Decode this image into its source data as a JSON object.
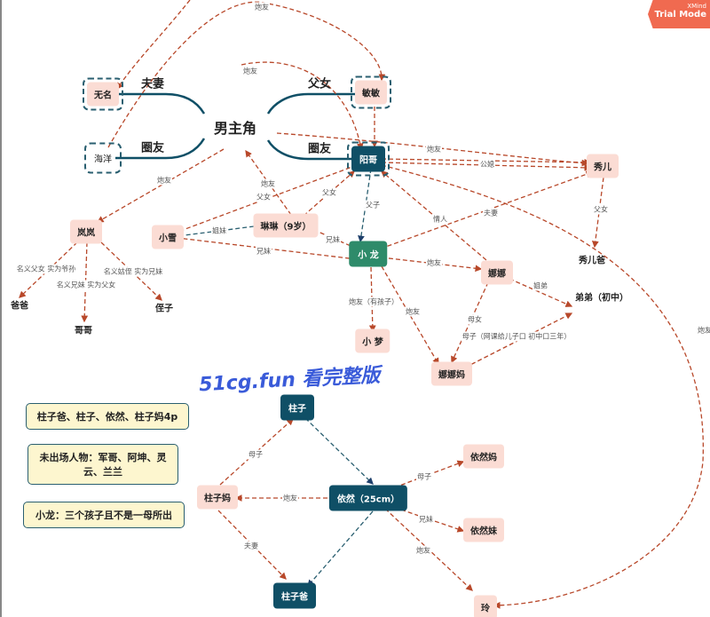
{
  "badge": {
    "brand": "XMind",
    "mode": "Trial Mode"
  },
  "watermark": "51cg.fun 看完整版",
  "center": "男主角",
  "branches": {
    "wife": "夫妻",
    "circle_left": "圈友",
    "father_daughter": "父女",
    "circle_right": "圈友"
  },
  "nodes": {
    "wuming": "无名",
    "haiyang": "海洋",
    "minmin": "敏敏",
    "yangge": "阳哥",
    "xiuer": "秀儿",
    "xiuerba": "秀儿爸",
    "lanlan": "岚岚",
    "baba": "爸爸",
    "gege": "哥哥",
    "zhizi": "侄子",
    "xiaoxue": "小雪",
    "linlin": "琳琳（9岁）",
    "xiaolong": "小 龙",
    "nana": "娜娜",
    "didi": "弟弟（初中）",
    "xiaomeng": "小 梦",
    "nanama": "娜娜妈",
    "zhuzi": "柱子",
    "zhuzima": "柱子妈",
    "yiran": "依然（25cm）",
    "yiranma": "依然妈",
    "yiranmei": "依然妹",
    "zhuziba": "柱子爸",
    "ling": "玲"
  },
  "edge_labels": [
    "炮友",
    "炮友",
    "炮友",
    "炮友",
    "父女",
    "父女",
    "姐妹",
    "兄妹",
    "兄妹",
    "名义父女 实为爷孙",
    "名义兄妹 实为父女",
    "名义姑侄 实为兄妹",
    "父子",
    "情人",
    "夫妻",
    "公媳",
    "炮友",
    "父女",
    "炮友",
    "姐弟",
    "炮友（有孩子）",
    "炮友",
    "母女",
    "母子（网课给儿子口 初中口三年）",
    "炮友",
    "母子",
    "炮友",
    "母子",
    "兄妹",
    "炮友",
    "夫妻"
  ],
  "notes": [
    "柱子爸、柱子、依然、柱子妈4p",
    "未出场人物：军哥、阿坤、灵云、兰兰",
    "小龙：三个孩子且不是一母所出"
  ]
}
